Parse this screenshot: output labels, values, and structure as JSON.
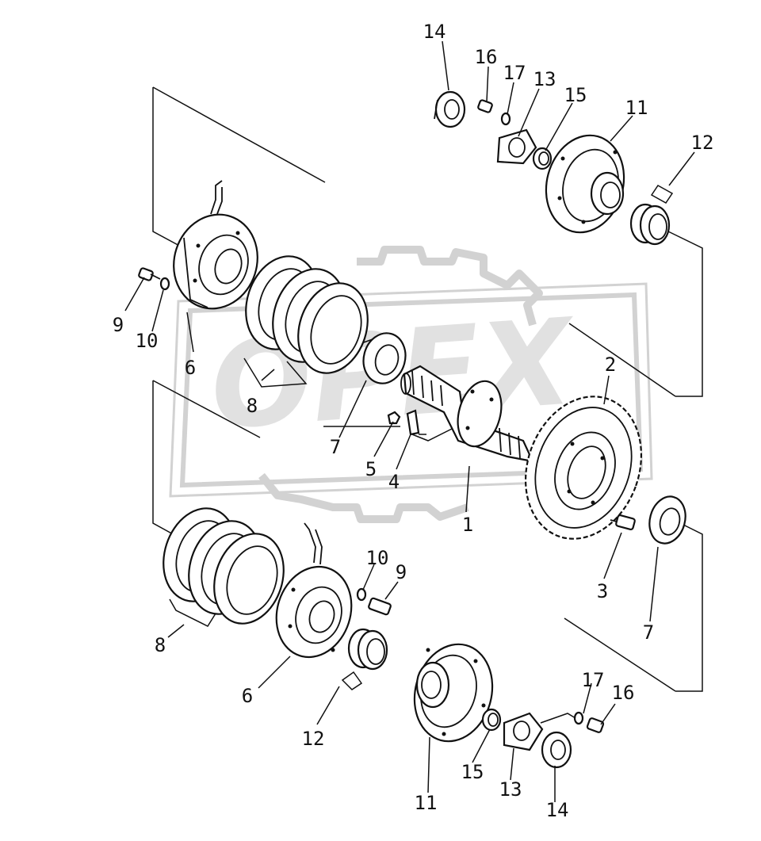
{
  "watermark": {
    "text": "OPEX",
    "color": "#c9c9c9"
  },
  "callouts": [
    {
      "id": "c14a",
      "text": "14"
    },
    {
      "id": "c16a",
      "text": "16"
    },
    {
      "id": "c17a",
      "text": "17"
    },
    {
      "id": "c13a",
      "text": "13"
    },
    {
      "id": "c15a",
      "text": "15"
    },
    {
      "id": "c11a",
      "text": "11"
    },
    {
      "id": "c12a",
      "text": "12"
    },
    {
      "id": "c9a",
      "text": "9"
    },
    {
      "id": "c10a",
      "text": "10"
    },
    {
      "id": "c6a",
      "text": "6"
    },
    {
      "id": "c8a",
      "text": "8"
    },
    {
      "id": "c7a",
      "text": "7"
    },
    {
      "id": "c5",
      "text": "5"
    },
    {
      "id": "c4",
      "text": "4"
    },
    {
      "id": "c1",
      "text": "1"
    },
    {
      "id": "c2",
      "text": "2"
    },
    {
      "id": "c3",
      "text": "3"
    },
    {
      "id": "c7b",
      "text": "7"
    },
    {
      "id": "c10b",
      "text": "10"
    },
    {
      "id": "c9b",
      "text": "9"
    },
    {
      "id": "c8b",
      "text": "8"
    },
    {
      "id": "c6b",
      "text": "6"
    },
    {
      "id": "c12b",
      "text": "12"
    },
    {
      "id": "c17b",
      "text": "17"
    },
    {
      "id": "c16b",
      "text": "16"
    },
    {
      "id": "c15b",
      "text": "15"
    },
    {
      "id": "c13b",
      "text": "13"
    },
    {
      "id": "c11b",
      "text": "11"
    },
    {
      "id": "c14b",
      "text": "14"
    }
  ]
}
